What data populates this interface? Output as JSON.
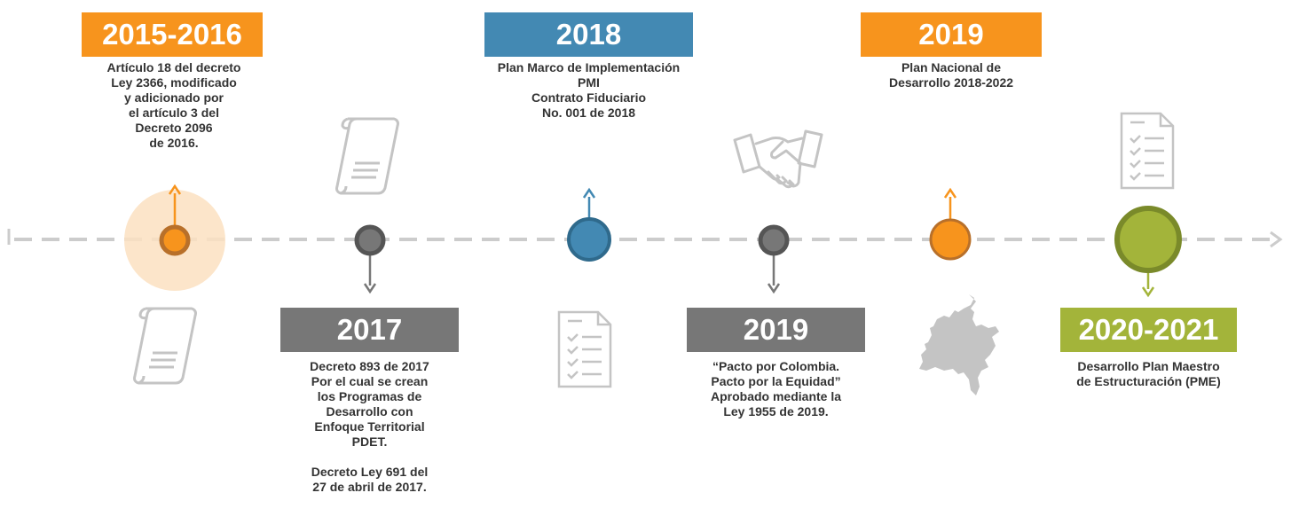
{
  "colors": {
    "orange": "#f7941d",
    "orange_dark": "#b8702a",
    "blue": "#4389b3",
    "blue_dark": "#2f6a8c",
    "gray": "#777777",
    "gray_dark": "#555555",
    "green": "#a3b43a",
    "green_dark": "#7a8a2a",
    "timeline": "#cccccc",
    "icon": "#c4c4c4"
  },
  "events": [
    {
      "id": "e2015",
      "year": "2015-2016",
      "color": "orange",
      "text": "Artículo 18 del decreto\nLey 2366, modificado\ny adicionado por\nel artículo 3 del\nDecreto 2096\nde 2016."
    },
    {
      "id": "e2017",
      "year": "2017",
      "color": "gray",
      "text": "Decreto 893 de 2017\nPor el cual se crean\nlos Programas de\nDesarrollo con\nEnfoque Territorial\nPDET.\n\nDecreto Ley 691 del\n27 de abril de 2017."
    },
    {
      "id": "e2018",
      "year": "2018",
      "color": "blue",
      "text": "Plan Marco de Implementación\nPMI\nContrato Fiduciario\nNo. 001 de 2018"
    },
    {
      "id": "e2019a",
      "year": "2019",
      "color": "gray",
      "text": "“Pacto por Colombia.\nPacto por la Equidad”\nAprobado mediante la\nLey 1955 de 2019."
    },
    {
      "id": "e2019b",
      "year": "2019",
      "color": "orange",
      "text": "Plan Nacional de\nDesarrollo 2018-2022"
    },
    {
      "id": "e2020",
      "year": "2020-2021",
      "color": "green",
      "text": "Desarrollo Plan Maestro\nde Estructuración (PME)"
    }
  ]
}
